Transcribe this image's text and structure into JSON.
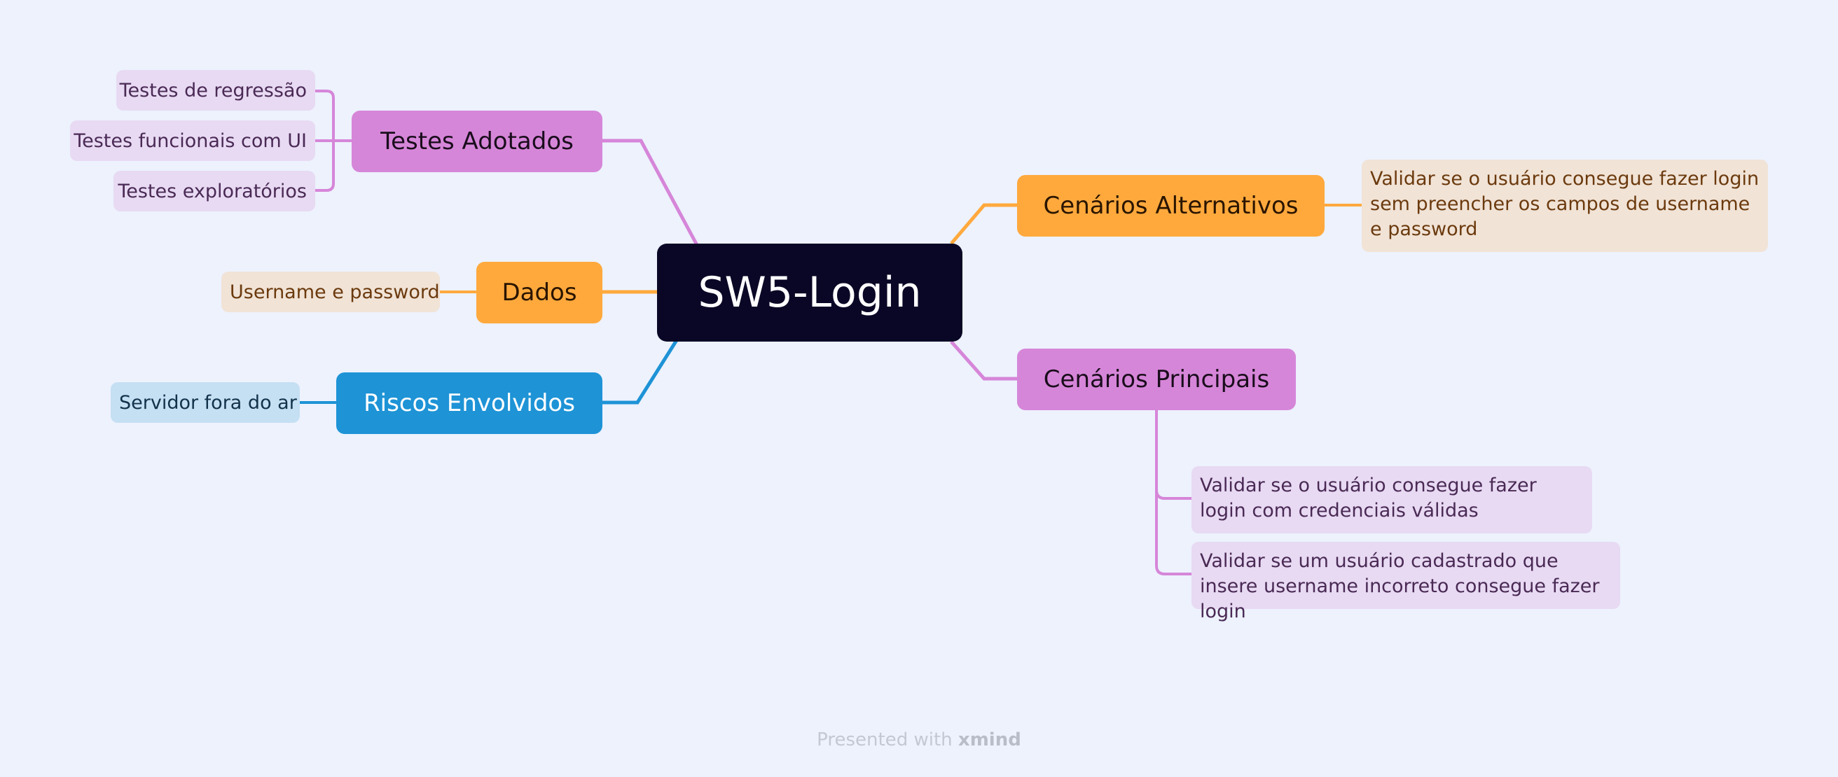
{
  "root": {
    "label": "SW5-Login"
  },
  "branches": {
    "testes_adotados": {
      "label": "Testes Adotados",
      "color": "#D686D9",
      "children": [
        "Testes de regressão",
        "Testes funcionais com UI",
        "Testes exploratórios"
      ]
    },
    "dados": {
      "label": "Dados",
      "color": "#FFA93D",
      "children": [
        "Username e password"
      ]
    },
    "riscos_envolvidos": {
      "label": "Riscos Envolvidos",
      "color": "#1E93D6",
      "children": [
        "Servidor fora do ar"
      ]
    },
    "cenarios_alternativos": {
      "label": "Cenários Alternativos",
      "color": "#FFA93D",
      "children": [
        "Validar se o usuário consegue fazer login sem preencher os campos de username e password"
      ]
    },
    "cenarios_principais": {
      "label": "Cenários Principais",
      "color": "#D686D9",
      "children": [
        "Validar se o usuário consegue fazer login com credenciais válidas",
        "Validar se um usuário cadastrado que insere username incorreto consegue fazer login"
      ]
    }
  },
  "footer": {
    "prefix": "Presented with",
    "brand": "xmind"
  }
}
